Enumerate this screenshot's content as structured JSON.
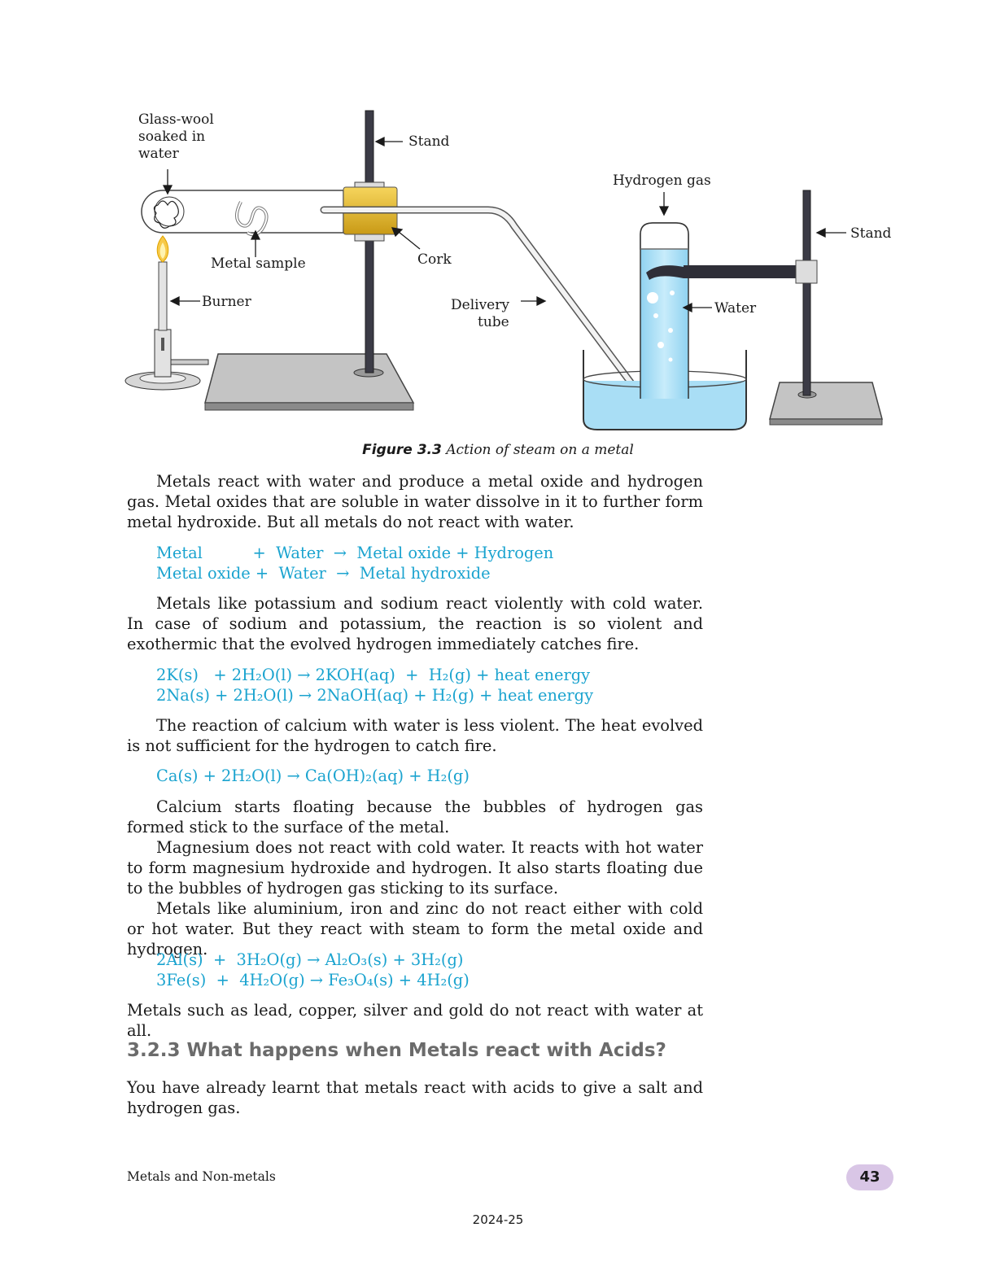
{
  "figure": {
    "labels": {
      "glass_wool": [
        "Glass-wool",
        "soaked in",
        "water"
      ],
      "stand_left": "Stand",
      "hydrogen_gas": "Hydrogen gas",
      "stand_right": "Stand",
      "metal_sample": "Metal sample",
      "cork": "Cork",
      "burner": "Burner",
      "delivery_tube": [
        "Delivery",
        "tube"
      ],
      "water": "Water"
    },
    "caption_bold": "Figure 3.3",
    "caption_text": " Action of steam on a metal"
  },
  "paragraphs": {
    "p1": "Metals react with water and produce a metal oxide and hydrogen gas. Metal oxides that are soluble in water dissolve in it to further form metal hydroxide. But all metals do not react with water.",
    "p2": "Metals like potassium and sodium react violently with cold water. In case of sodium and potassium, the reaction is so violent and exothermic that the evolved hydrogen immediately catches fire.",
    "p3": "The reaction of calcium with water is less violent. The heat evolved is not sufficient for the hydrogen to catch fire.",
    "p4": "Calcium starts floating because the bubbles of hydrogen gas formed stick to the surface of the metal.",
    "p5": "Magnesium does not react with cold water. It reacts with hot water to form magnesium hydroxide and hydrogen. It also starts floating due to the bubbles of hydrogen gas sticking to its surface.",
    "p6": "Metals like aluminium, iron and zinc do not react either with cold or hot water. But they react with steam to form the metal oxide and hydrogen.",
    "p7": "Metals such as lead, copper, silver and gold do not react with water at all.",
    "p8": "You have already learnt that metals react with acids to give a salt and hydrogen gas."
  },
  "equations": {
    "word1": "Metal          +  Water  →  Metal oxide + Hydrogen",
    "word2": "Metal oxide +  Water  →  Metal hydroxide",
    "k": "2K(s)   + 2H₂O(l) → 2KOH(aq)  +  H₂(g) + heat energy",
    "na": "2Na(s) + 2H₂O(l) → 2NaOH(aq) + H₂(g) + heat energy",
    "ca": "Ca(s) + 2H₂O(l) → Ca(OH)₂(aq) + H₂(g)",
    "al": "2Al(s)  +  3H₂O(g) → Al₂O₃(s) + 3H₂(g)",
    "fe": "3Fe(s)  +  4H₂O(g) → Fe₃O₄(s) + 4H₂(g)"
  },
  "heading": "3.2.3 What happens when Metals react with Acids?",
  "footer": {
    "chapter": "Metals and Non-metals",
    "page": "43",
    "year": "2024-25"
  },
  "colors": {
    "equation": "#1aa3cf",
    "heading": "#6b6b6b",
    "page_badge": "#d9c6e6",
    "water": "#a9def5"
  }
}
